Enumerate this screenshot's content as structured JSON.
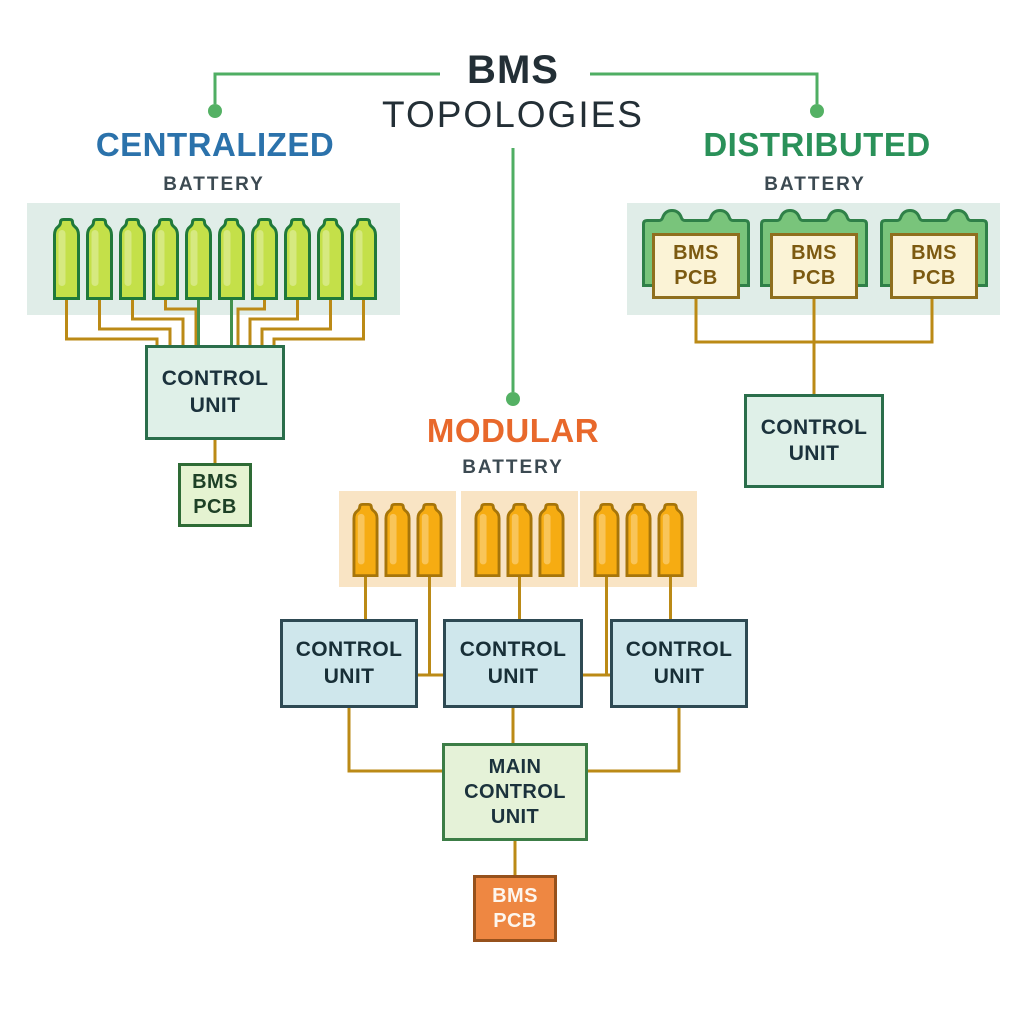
{
  "title": {
    "main": "BMS",
    "sub": "TOPOLOGIES"
  },
  "colors": {
    "centralized_heading": "#2b72ab",
    "distributed_heading": "#2a9159",
    "modular_heading": "#e8682b",
    "wire": "#bb8a16",
    "connector_green": "#4fae63",
    "cell_green": "#c4e049",
    "cell_orange": "#f6ac12",
    "pcb_orange": "#ee8742"
  },
  "sections": {
    "centralized": {
      "heading": "CENTRALIZED",
      "battery_label": "BATTERY",
      "cell_count": 10,
      "control_unit_label": "CONTROL UNIT",
      "pcb_label": "BMS PCB"
    },
    "distributed": {
      "heading": "DISTRIBUTED",
      "battery_label": "BATTERY",
      "module_count": 3,
      "module_labels": [
        "BMS PCB",
        "BMS PCB",
        "BMS PCB"
      ],
      "control_unit_label": "CONTROL UNIT"
    },
    "modular": {
      "heading": "MODULAR",
      "battery_label": "BATTERY",
      "group_count": 3,
      "cells_per_group": 3,
      "control_unit_labels": [
        "CONTROL UNIT",
        "CONTROL UNIT",
        "CONTROL UNIT"
      ],
      "main_control_unit_label": "MAIN CONTROL UNIT",
      "pcb_label": "BMS PCB"
    }
  }
}
